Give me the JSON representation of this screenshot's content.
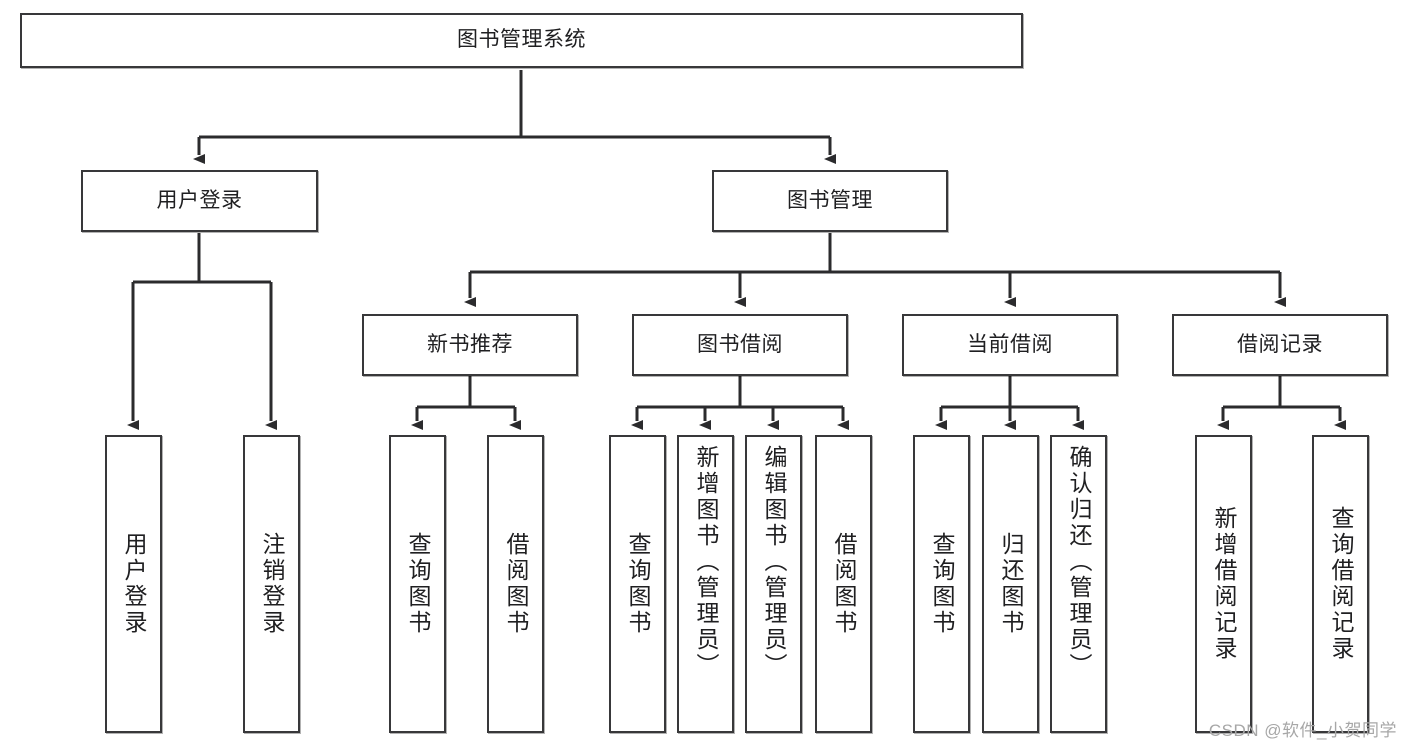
{
  "diagram": {
    "type": "tree",
    "title": "图书管理系统",
    "watermark": "CSDN @软件_小贺同学",
    "colors": {
      "box_border": "#38383a",
      "box_fill": "#ffffff",
      "edge": "#2b2b2d",
      "text": "#1f1f21",
      "watermark": "#a7a7a7",
      "background": "#ffffff"
    },
    "nodes": {
      "root": {
        "label": "图书管理系统"
      },
      "level2": [
        {
          "id": "user-login",
          "label": "用户登录"
        },
        {
          "id": "book-manage",
          "label": "图书管理"
        }
      ],
      "level3": [
        {
          "id": "new-book-recommend",
          "label": "新书推荐"
        },
        {
          "id": "book-borrow",
          "label": "图书借阅"
        },
        {
          "id": "current-borrow",
          "label": "当前借阅"
        },
        {
          "id": "borrow-record",
          "label": "借阅记录"
        }
      ],
      "leaves": [
        {
          "id": "leaf-user-login",
          "label": "用户登录",
          "parent": "user-login"
        },
        {
          "id": "leaf-logout-login",
          "label": "注销登录",
          "parent": "user-login"
        },
        {
          "id": "leaf-query-book-1",
          "label": "查询图书",
          "parent": "new-book-recommend"
        },
        {
          "id": "leaf-borrow-book-1",
          "label": "借阅图书",
          "parent": "new-book-recommend"
        },
        {
          "id": "leaf-query-book-2",
          "label": "查询图书",
          "parent": "book-borrow"
        },
        {
          "id": "leaf-add-book",
          "label": "新增图书（管理员）",
          "parent": "book-borrow"
        },
        {
          "id": "leaf-edit-book",
          "label": "编辑图书（管理员）",
          "parent": "book-borrow"
        },
        {
          "id": "leaf-borrow-book-2",
          "label": "借阅图书",
          "parent": "book-borrow"
        },
        {
          "id": "leaf-query-book-3",
          "label": "查询图书",
          "parent": "current-borrow"
        },
        {
          "id": "leaf-return-book",
          "label": "归还图书",
          "parent": "current-borrow"
        },
        {
          "id": "leaf-confirm-return",
          "label": "确认归还（管理员）",
          "parent": "current-borrow"
        },
        {
          "id": "leaf-add-record",
          "label": "新增借阅记录",
          "parent": "borrow-record"
        },
        {
          "id": "leaf-query-record",
          "label": "查询借阅记录",
          "parent": "borrow-record"
        }
      ]
    }
  }
}
